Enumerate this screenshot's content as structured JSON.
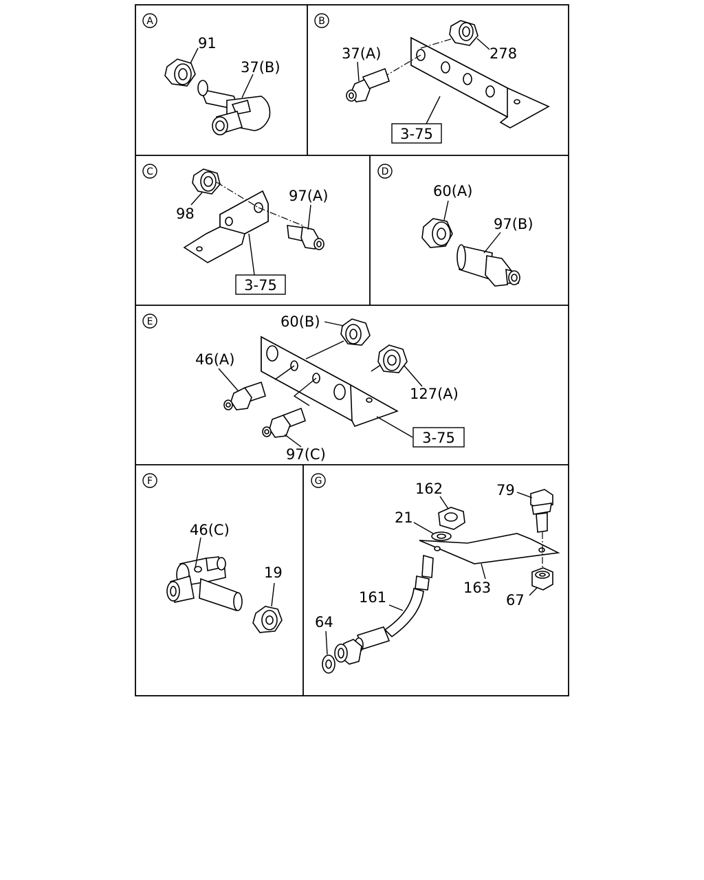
{
  "panels": {
    "A": {
      "letter": "A",
      "labels": {
        "p91": "91",
        "p37b": "37(B)"
      }
    },
    "B": {
      "letter": "B",
      "labels": {
        "p37a": "37(A)",
        "p278": "278",
        "ref": "3-75"
      }
    },
    "C": {
      "letter": "C",
      "labels": {
        "p98": "98",
        "p97a": "97(A)",
        "ref": "3-75"
      }
    },
    "D": {
      "letter": "D",
      "labels": {
        "p60a": "60(A)",
        "p97b": "97(B)"
      }
    },
    "E": {
      "letter": "E",
      "labels": {
        "p60b": "60(B)",
        "p46a": "46(A)",
        "p127a": "127(A)",
        "p97c": "97(C)",
        "ref": "3-75"
      }
    },
    "F": {
      "letter": "F",
      "labels": {
        "p46c": "46(C)",
        "p19": "19"
      }
    },
    "G": {
      "letter": "G",
      "labels": {
        "p162": "162",
        "p79": "79",
        "p21": "21",
        "p163": "163",
        "p67": "67",
        "p161": "161",
        "p64": "64"
      }
    }
  }
}
